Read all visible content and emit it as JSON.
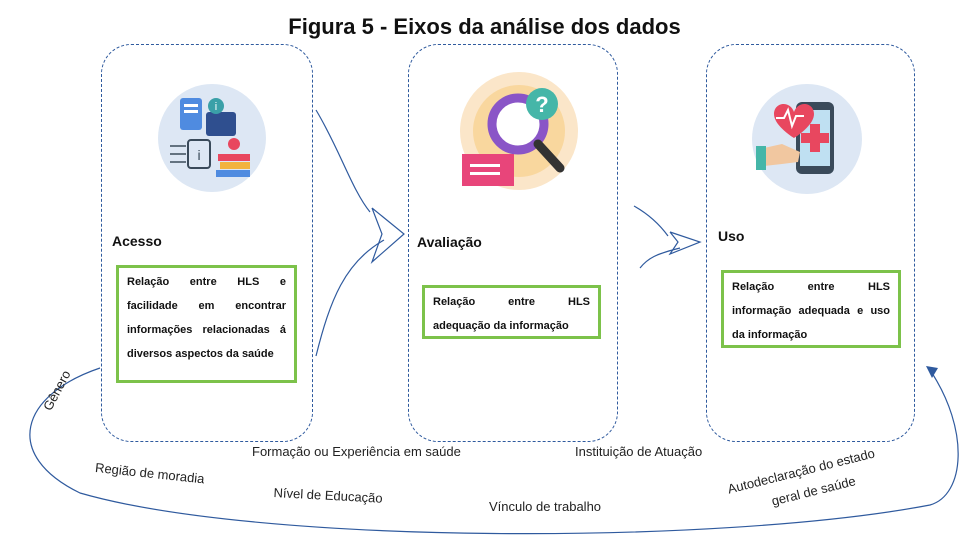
{
  "figure": {
    "title": "Figura 5 - Eixos da análise dos dados"
  },
  "axes": [
    {
      "heading": "Acesso",
      "description": "Relação entre HLS e facilidade em encontrar informações relacionadas á diversos aspectos da saúde",
      "icon": "information-access-icon"
    },
    {
      "heading": "Avaliação",
      "description": "Relação entre HLS adequação da informação",
      "icon": "magnifier-question-icon"
    },
    {
      "heading": "Uso",
      "description": "Relação entre HLS informação adequada e uso da informação",
      "icon": "health-phone-icon"
    }
  ],
  "factors": {
    "genero": "Gênero",
    "regiao": "Região de moradia",
    "formacao": "Formação ou Experiência em saúde",
    "educacao": "Nível de Educação",
    "vinculo": "Vínculo de trabalho",
    "instituicao": "Instituição de Atuação",
    "autodeclaracao_1": "Autodeclaração do estado",
    "autodeclaracao_2": "geral de saúde"
  },
  "colors": {
    "panel_border": "#2f5a9e",
    "box_border": "#7cc24a",
    "circle": "#dde7f4"
  }
}
